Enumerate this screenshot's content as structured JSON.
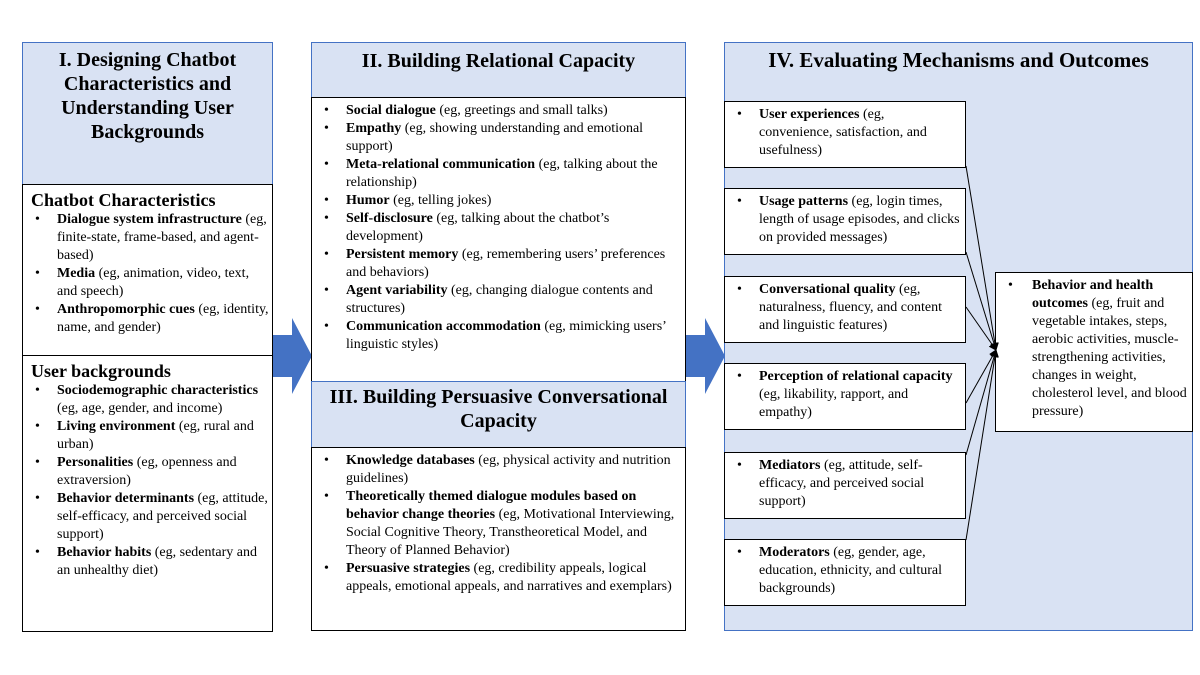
{
  "section1": {
    "title": "I. Designing Chatbot Characteristics and Understanding User Backgrounds",
    "chatbot_heading": "Chatbot Characteristics",
    "chatbot_items": [
      {
        "bold": "Dialogue system infrastructure",
        "rest": " (eg, finite-state, frame-based, and agent-based)"
      },
      {
        "bold": "Media",
        "rest": " (eg, animation, video, text, and speech)"
      },
      {
        "bold": "Anthropomorphic cues",
        "rest": " (eg, identity, name, and gender)"
      }
    ],
    "user_heading": "User backgrounds",
    "user_items": [
      {
        "bold": "Sociodemographic characteristics",
        "rest": " (eg, age, gender, and income)"
      },
      {
        "bold": "Living environment",
        "rest": " (eg, rural and urban)"
      },
      {
        "bold": "Personalities",
        "rest": " (eg, openness and extraversion)"
      },
      {
        "bold": "Behavior determinants",
        "rest": " (eg, attitude, self-efficacy, and perceived social support)"
      },
      {
        "bold": "Behavior habits",
        "rest": " (eg, sedentary and an unhealthy diet)"
      }
    ]
  },
  "section2": {
    "title": "II. Building Relational Capacity",
    "items": [
      {
        "bold": "Social dialogue",
        "rest": " (eg, greetings and small talks)"
      },
      {
        "bold": "Empathy",
        "rest": " (eg, showing understanding and emotional support)"
      },
      {
        "bold": "Meta-relational communication",
        "rest": " (eg, talking about the relationship)"
      },
      {
        "bold": "Humor",
        "rest": " (eg, telling jokes)"
      },
      {
        "bold": "Self-disclosure",
        "rest": " (eg, talking about the chatbot’s development)"
      },
      {
        "bold": "Persistent memory",
        "rest": " (eg, remembering users’ preferences and behaviors)"
      },
      {
        "bold": "Agent variability",
        "rest": " (eg, changing dialogue contents and structures)"
      },
      {
        "bold": "Communication accommodation",
        "rest": " (eg, mimicking users’ linguistic styles)"
      }
    ]
  },
  "section3": {
    "title": "III. Building Persuasive Conversational Capacity",
    "items": [
      {
        "bold": "Knowledge databases",
        "rest": " (eg, physical activity and nutrition guidelines)"
      },
      {
        "bold": "Theoretically themed dialogue modules based on behavior change theories",
        "rest": " (eg, Motivational Interviewing, Social Cognitive Theory, Transtheoretical Model, and Theory of Planned Behavior)"
      },
      {
        "bold": "Persuasive strategies",
        "rest": " (eg, credibility appeals, logical appeals, emotional appeals, and narratives and exemplars)"
      }
    ]
  },
  "section4": {
    "title": "IV. Evaluating Mechanisms and Outcomes",
    "mechanisms": [
      {
        "bold": "User experiences",
        "rest": " (eg, convenience, satisfaction, and usefulness)"
      },
      {
        "bold": "Usage patterns",
        "rest": " (eg, login times, length of usage episodes, and clicks on provided messages)"
      },
      {
        "bold": "Conversational quality",
        "rest": " (eg, naturalness, fluency, and content and linguistic features)"
      },
      {
        "bold": "Perception of relational capacity",
        "rest": " (eg, likability, rapport, and empathy)"
      },
      {
        "bold": "Mediators",
        "rest": " (eg, attitude, self-efficacy, and perceived social support)"
      },
      {
        "bold": "Moderators",
        "rest": " (eg, gender, age, education, ethnicity, and cultural backgrounds)"
      }
    ],
    "outcome": {
      "bold": "Behavior and health outcomes",
      "rest": " (eg, fruit and vegetable intakes, steps, aerobic activities, muscle-strengthening activities, changes in weight, cholesterol level, and blood pressure)"
    }
  },
  "colors": {
    "header_fill": "#d9e2f3",
    "header_border": "#4472c4",
    "arrow_fill": "#4472c4"
  }
}
